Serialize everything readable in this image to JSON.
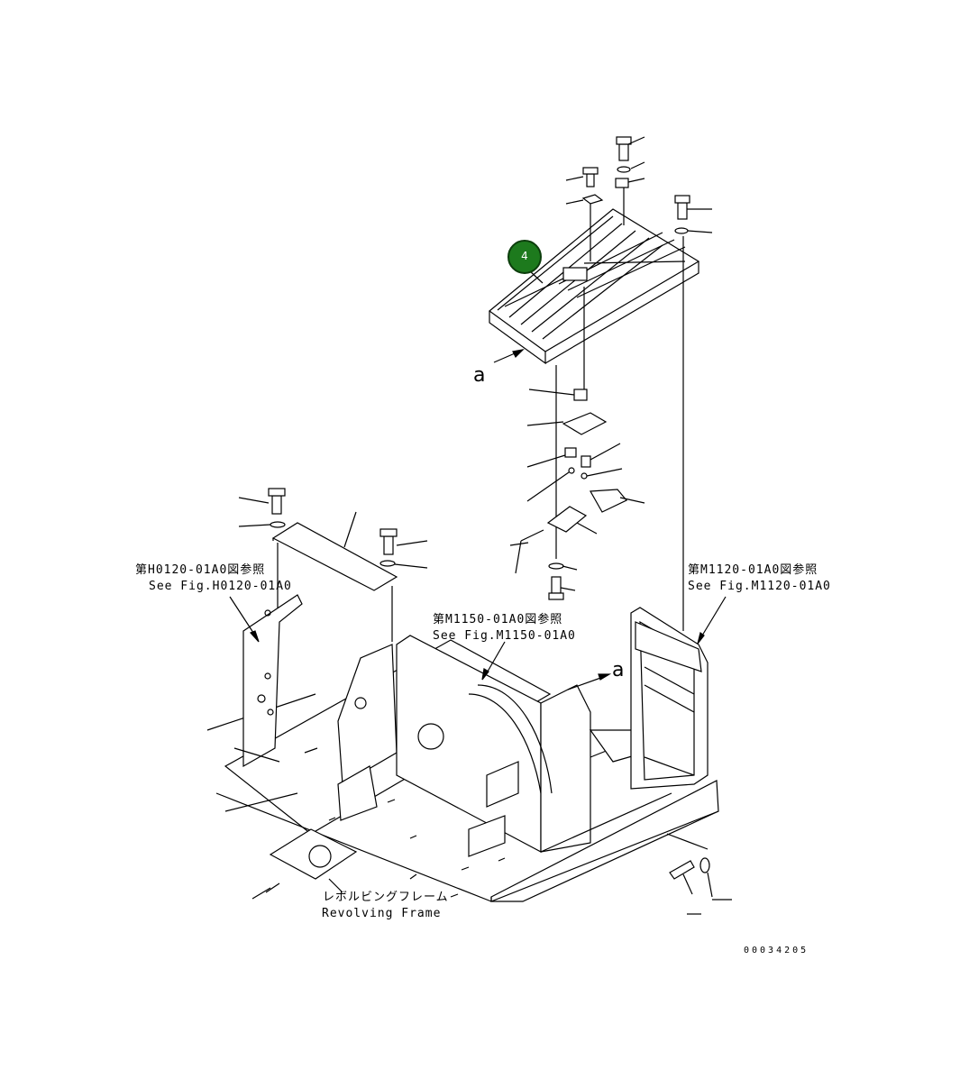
{
  "callout": {
    "number": "4",
    "color": "#1d7a1d"
  },
  "view_letters": {
    "left": "a",
    "right": "a"
  },
  "refs": {
    "h0120": {
      "jp": "第H0120-01A0図参照",
      "en": "See Fig.H0120-01A0"
    },
    "m1120": {
      "jp": "第M1120-01A0図参照",
      "en": "See Fig.M1120-01A0"
    },
    "m1150": {
      "jp": "第M1150-01A0図参照",
      "en": "See Fig.M1150-01A0"
    }
  },
  "frame_label": {
    "jp": "レボルビングフレーム",
    "en": "Revolving Frame"
  },
  "drawing_number": "00034205"
}
